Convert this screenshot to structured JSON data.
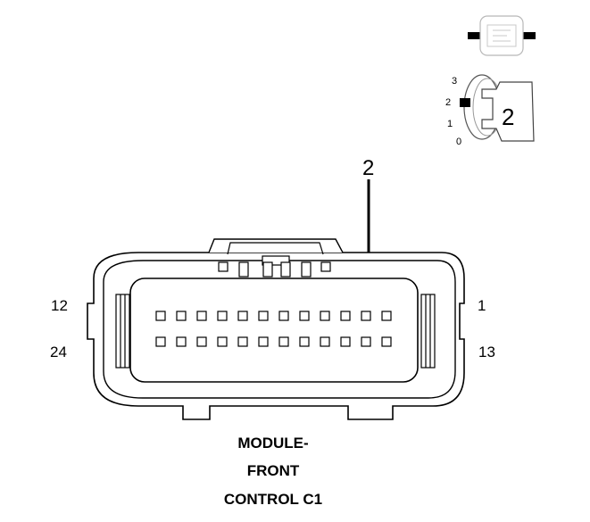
{
  "connector": {
    "pin_labels": {
      "top_left": "12",
      "bottom_left": "24",
      "top_right": "1",
      "bottom_right": "13"
    },
    "pins_per_row": 12,
    "callout_label": "2",
    "caption_lines": [
      "MODULE-",
      "FRONT",
      "CONTROL C1"
    ]
  },
  "key_icon": {
    "positions": [
      "3",
      "2",
      "1",
      "0"
    ],
    "key_number": "2"
  }
}
